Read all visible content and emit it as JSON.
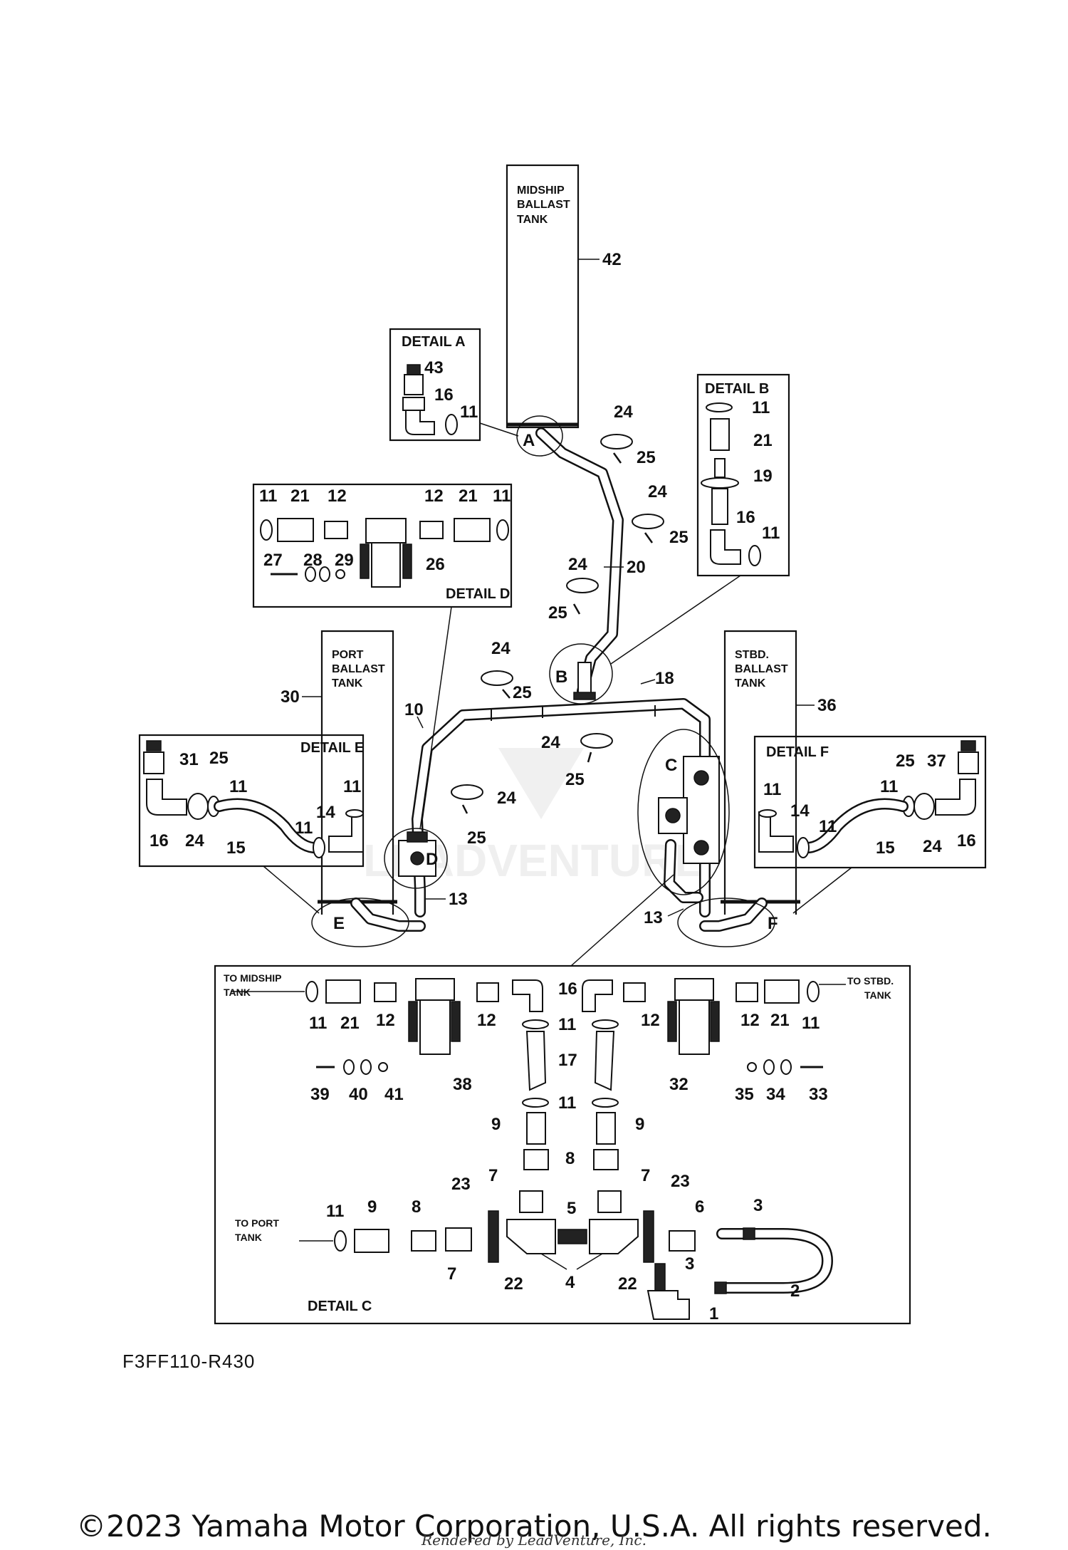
{
  "tanks": {
    "midship": [
      "MIDSHIP",
      "BALLAST",
      "TANK"
    ],
    "port": [
      "PORT",
      "BALLAST",
      "TANK"
    ],
    "stbd": [
      "STBD.",
      "BALLAST",
      "TANK"
    ]
  },
  "details": {
    "a": "DETAIL A",
    "b": "DETAIL B",
    "c": "DETAIL C",
    "d": "DETAIL D",
    "e": "DETAIL E",
    "f": "DETAIL F"
  },
  "callouts": {
    "a": "A",
    "b": "B",
    "c": "C",
    "d": "D",
    "e": "E",
    "f": "F"
  },
  "directions": {
    "to_midship": [
      "TO MIDSHIP",
      "TANK"
    ],
    "to_stbd": [
      "TO STBD.",
      "TANK"
    ],
    "to_port": [
      "TO PORT",
      "TANK"
    ]
  },
  "parts": {
    "p1": "1",
    "p2": "2",
    "p3": "3",
    "p4": "4",
    "p5": "5",
    "p6": "6",
    "p7": "7",
    "p8": "8",
    "p9": "9",
    "p10": "10",
    "p11": "11",
    "p12": "12",
    "p13": "13",
    "p14": "14",
    "p15": "15",
    "p16": "16",
    "p17": "17",
    "p18": "18",
    "p19": "19",
    "p20": "20",
    "p21": "21",
    "p22": "22",
    "p23": "23",
    "p24": "24",
    "p25": "25",
    "p26": "26",
    "p27": "27",
    "p28": "28",
    "p29": "29",
    "p30": "30",
    "p31": "31",
    "p32": "32",
    "p33": "33",
    "p34": "34",
    "p35": "35",
    "p36": "36",
    "p37": "37",
    "p38": "38",
    "p39": "39",
    "p40": "40",
    "p41": "41",
    "p42": "42",
    "p43": "43"
  },
  "figure_code": "F3FF110-R430",
  "copyright": "©2023 Yamaha Motor Corporation, U.S.A. All rights reserved.",
  "watermark": "LEADVENTURE",
  "rendered_by": "Rendered by LeadVenture, Inc."
}
